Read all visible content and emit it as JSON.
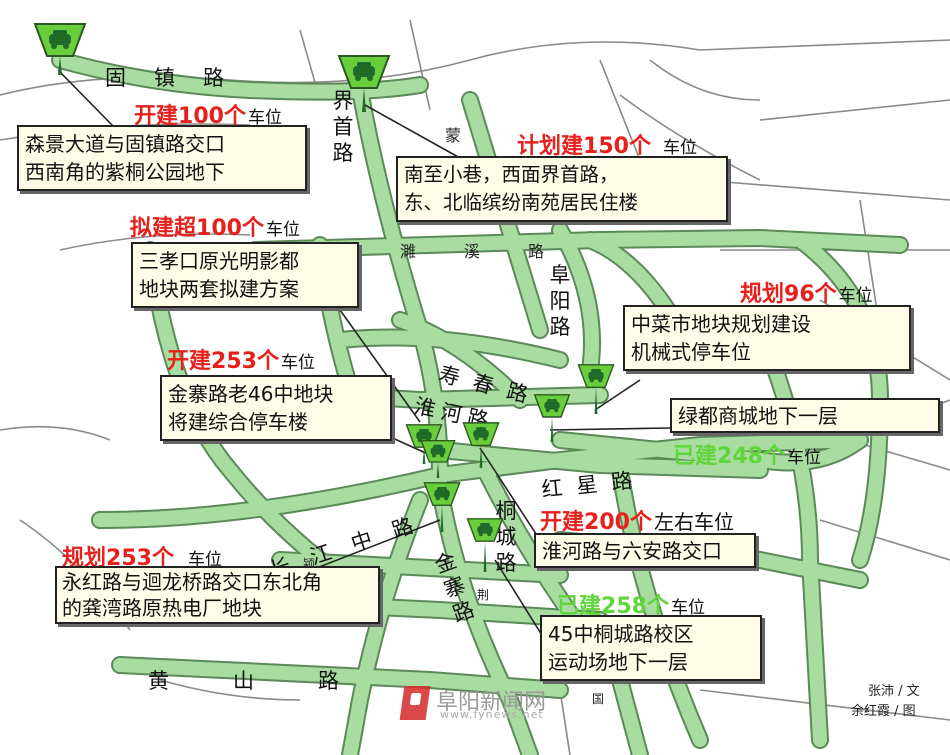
{
  "colors": {
    "road_fill": "#a9dca0",
    "road_edge": "#5a8a58",
    "minor_road_edge": "#8a8a8a",
    "callout_bg": "#fffde8",
    "pin_green": "#6acd3c",
    "pin_car": "#1f6b2a",
    "count_red": "#e8201c",
    "count_green": "#5fd63a"
  },
  "icons": {
    "parking_pin": "green-car-parking-pin-icon",
    "logo": "fynews-logo-icon"
  },
  "roads": {
    "guzhen": "固镇路",
    "jieshou": "界首路",
    "meng": "蒙",
    "weixi": "濉溪路",
    "fuyang": "阜阳路",
    "shouchun": "寿春路",
    "huaihe": "淮河路",
    "hongxing": "红星路",
    "changjiang": "长江中路",
    "tongcheng": "桐城路",
    "jinzhai": "金寨路",
    "huangshan": "黄山路",
    "sub_yi": "颍",
    "sub_jing": "荆",
    "sub_guo": "国"
  },
  "sites": [
    {
      "id": "senjing",
      "status": "开建",
      "count": "100个",
      "unit": "车位",
      "lines": [
        "森景大道与固镇路交口",
        "西南角的紫桐公园地下"
      ]
    },
    {
      "id": "xiaoxiang",
      "status": "计划建",
      "count": "150个",
      "unit": "车位",
      "lines": [
        "南至小巷，西面界首路，",
        "东、北临缤纷南苑居民住楼"
      ]
    },
    {
      "id": "sanxiaokou",
      "status": "拟建超",
      "count": "100个",
      "unit": "车位",
      "lines": [
        "三孝口原光明影都",
        "地块两套拟建方案"
      ]
    },
    {
      "id": "zhongcai",
      "status": "规划",
      "count": "96个",
      "unit": "车位",
      "lines": [
        "中菜市地块规划建设",
        "机械式停车位"
      ]
    },
    {
      "id": "jinzhai46",
      "status": "开建",
      "count": "253个",
      "unit": "车位",
      "lines": [
        "金寨路老46中地块",
        "将建综合停车楼"
      ]
    },
    {
      "id": "ludu",
      "status": "已建",
      "count": "248个",
      "unit": "车位",
      "lines": [
        "绿都商城地下一层"
      ]
    },
    {
      "id": "huaihe",
      "status": "开建",
      "count": "200个",
      "unit": "左右车位",
      "lines": [
        "淮河路与六安路交口"
      ]
    },
    {
      "id": "yonghong",
      "status": "规划",
      "count": "253个",
      "unit": "车位",
      "lines": [
        "永红路与迴龙桥路交口东北角",
        "的龚湾路原热电厂地块"
      ]
    },
    {
      "id": "tongcheng45",
      "status": "已建",
      "count": "258个",
      "unit": "车位",
      "lines": [
        "45中桐城路校区",
        "运动场地下一层"
      ]
    }
  ],
  "watermark": {
    "name": "阜阳新闻网",
    "url": "www.fynews.net"
  },
  "credits": {
    "author": "张沛 / 文",
    "illustrator": "余红霞 / 图"
  }
}
